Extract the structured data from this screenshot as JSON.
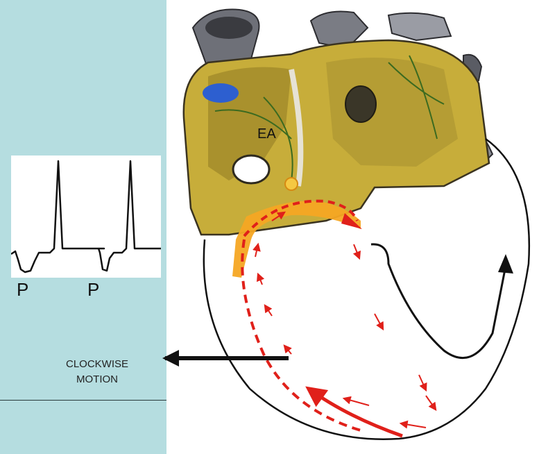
{
  "labels": {
    "ea": "EA",
    "p_first": "P",
    "p_second": "P",
    "motion_line1": "CLOCKWISE",
    "motion_line2": "MOTION"
  },
  "colors": {
    "panel_bg": "#b5dde0",
    "activation_path": "#e0201a",
    "atria_tissue": "#b59a2c",
    "vessel_gray": "#6e7078",
    "accent_blue": "#2d5fd0",
    "highlight_orange": "#f5a623"
  }
}
